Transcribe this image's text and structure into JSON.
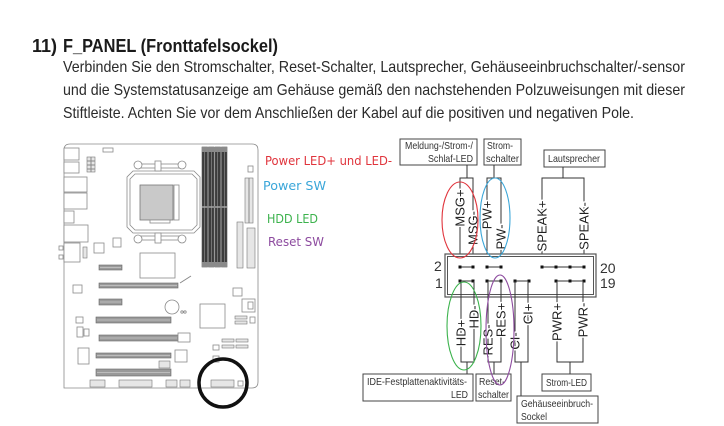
{
  "section": {
    "number": "11)",
    "title": "F_PANEL (Fronttafelsockel)",
    "description_lines": [
      "Verbinden Sie den Stromschalter, Reset-Schalter, Lautsprecher, Gehäuseeinbruchschalter/-sensor",
      "und die Systemstatusanzeige am Gehäuse gemäß den nachstehenden Polzuweisungen mit dieser",
      "Stiftleiste. Achten Sie vor dem Anschließen der Kabel auf die positiven und negativen Pole."
    ]
  },
  "legend": [
    {
      "label": "Power LED+ und LED-",
      "color": "#e0343c"
    },
    {
      "label": "Power SW",
      "color": "#3aa6d9"
    },
    {
      "label": "HDD LED",
      "color": "#3bb24c"
    },
    {
      "label": "Reset SW",
      "color": "#8d4b9f"
    }
  ],
  "header_diagram": {
    "top_groups": [
      {
        "lines": [
          "Meldung-/Strom-/",
          "Schlaf-LED"
        ],
        "pins": [
          "MSG+",
          "MSG-"
        ]
      },
      {
        "lines": [
          "Strom-",
          "schalter"
        ],
        "pins": [
          "PW+",
          "PW-"
        ]
      },
      {
        "lines": [
          "Lautsprecher"
        ],
        "pins": [
          "SPEAK+",
          "SPEAK-"
        ]
      }
    ],
    "bottom_groups": [
      {
        "lines": [
          "IDE-Festplattenaktivitäts-",
          "LED"
        ],
        "pins": [
          "HD+",
          "HD-"
        ]
      },
      {
        "lines": [
          "Reset-",
          "schalter"
        ],
        "pins": [
          "RES-",
          "RES+"
        ]
      },
      {
        "lines": [
          "Gehäuseeinbruch-",
          "Sockel"
        ],
        "pins": [
          "CI-",
          "CI+"
        ]
      },
      {
        "lines": [
          "Strom-LED"
        ],
        "pins": [
          "PWR+",
          "PWR-"
        ]
      }
    ],
    "pin_numbers": {
      "top_left": "2",
      "bottom_left": "1",
      "top_right": "20",
      "bottom_right": "19"
    }
  }
}
